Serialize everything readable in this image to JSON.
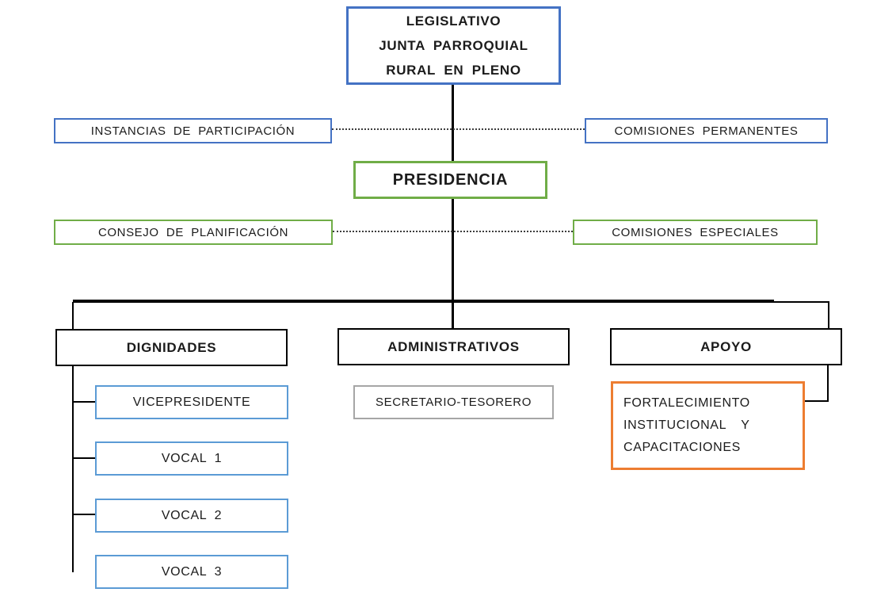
{
  "diagram": {
    "type": "org-chart",
    "language": "es",
    "colors": {
      "blue_border": "#4472C4",
      "green_border": "#70AD47",
      "light_blue_border": "#5B9BD5",
      "gray_border": "#A6A6A6",
      "orange_border": "#ED7D31",
      "black_border": "#000000",
      "connector": "#000000",
      "text": "#1b1b1b",
      "background": "#ffffff"
    },
    "nodes": {
      "legislativo": {
        "lines": [
          "LEGISLATIVO",
          "JUNTA PARROQUIAL",
          "RURAL EN PLENO"
        ],
        "border_color": "#4472C4"
      },
      "instancias": {
        "label": "INSTANCIAS DE PARTICIPACIÓN",
        "border_color": "#4472C4"
      },
      "comisiones_permanentes": {
        "label": "COMISIONES PERMANENTES",
        "border_color": "#4472C4"
      },
      "presidencia": {
        "label": "PRESIDENCIA",
        "border_color": "#70AD47"
      },
      "consejo_planificacion": {
        "label": "CONSEJO DE PLANIFICACIÓN",
        "border_color": "#70AD47"
      },
      "comisiones_especiales": {
        "label": "COMISIONES ESPECIALES",
        "border_color": "#70AD47"
      },
      "dignidades": {
        "label": "DIGNIDADES",
        "border_color": "#000000"
      },
      "administrativos": {
        "label": "ADMINISTRATIVOS",
        "border_color": "#000000"
      },
      "apoyo": {
        "label": "APOYO",
        "border_color": "#000000"
      },
      "vicepresidente": {
        "label": "VICEPRESIDENTE",
        "border_color": "#5B9BD5"
      },
      "vocal1": {
        "label": "VOCAL 1",
        "border_color": "#5B9BD5"
      },
      "vocal2": {
        "label": "VOCAL 2",
        "border_color": "#5B9BD5"
      },
      "vocal3": {
        "label": "VOCAL 3",
        "border_color": "#5B9BD5"
      },
      "secretario_tesorero": {
        "label": "SECRETARIO-TESORERO",
        "border_color": "#A6A6A6"
      },
      "fortalecimiento": {
        "lines": [
          "FORTALECIMIENTO",
          "INSTITUCIONAL Y",
          "CAPACITACIONES"
        ],
        "border_color": "#ED7D31"
      }
    }
  }
}
